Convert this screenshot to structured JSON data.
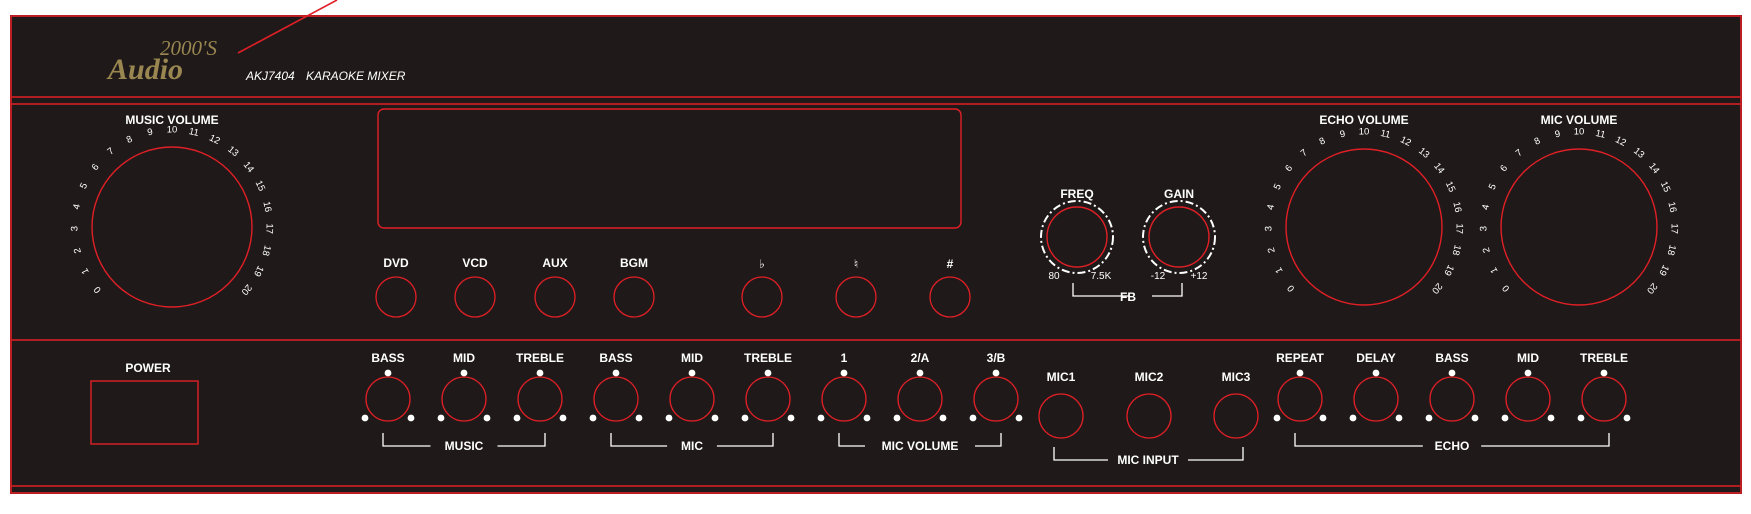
{
  "colors": {
    "panel": "#1f1a19",
    "accent": "#e01f26",
    "text": "#ffffff",
    "logo": "#9a8650"
  },
  "brand": {
    "logo_top": "2000'S",
    "logo_bottom": "Audio",
    "model": "AKJ7404",
    "product": "KARAOKE MIXER"
  },
  "knobs": {
    "music_volume": "MUSIC VOLUME",
    "echo_volume": "ECHO VOLUME",
    "mic_volume": "MIC VOLUME",
    "scale": [
      "0",
      "1",
      "2",
      "3",
      "4",
      "5",
      "6",
      "7",
      "8",
      "9",
      "10",
      "11",
      "12",
      "13",
      "14",
      "15",
      "16",
      "17",
      "18",
      "19",
      "20"
    ]
  },
  "source_buttons": [
    "DVD",
    "VCD",
    "AUX",
    "BGM"
  ],
  "key_buttons": [
    "♭",
    "♮",
    "#"
  ],
  "feedback": {
    "freq": "FREQ",
    "gain": "GAIN",
    "freq_min": "80",
    "freq_max": "7.5K",
    "gain_min": "-12",
    "gain_max": "+12",
    "group": "FB"
  },
  "power": "POWER",
  "groups": {
    "music": {
      "name": "MUSIC",
      "controls": [
        "BASS",
        "MID",
        "TREBLE"
      ]
    },
    "mic": {
      "name": "MIC",
      "controls": [
        "BASS",
        "MID",
        "TREBLE"
      ]
    },
    "mic_volume": {
      "name": "MIC VOLUME",
      "controls": [
        "1",
        "2/A",
        "3/B"
      ]
    },
    "mic_input": {
      "name": "MIC INPUT",
      "controls": [
        "MIC1",
        "MIC2",
        "MIC3"
      ]
    },
    "echo": {
      "name": "ECHO",
      "controls": [
        "REPEAT",
        "DELAY",
        "BASS",
        "MID",
        "TREBLE"
      ]
    }
  }
}
